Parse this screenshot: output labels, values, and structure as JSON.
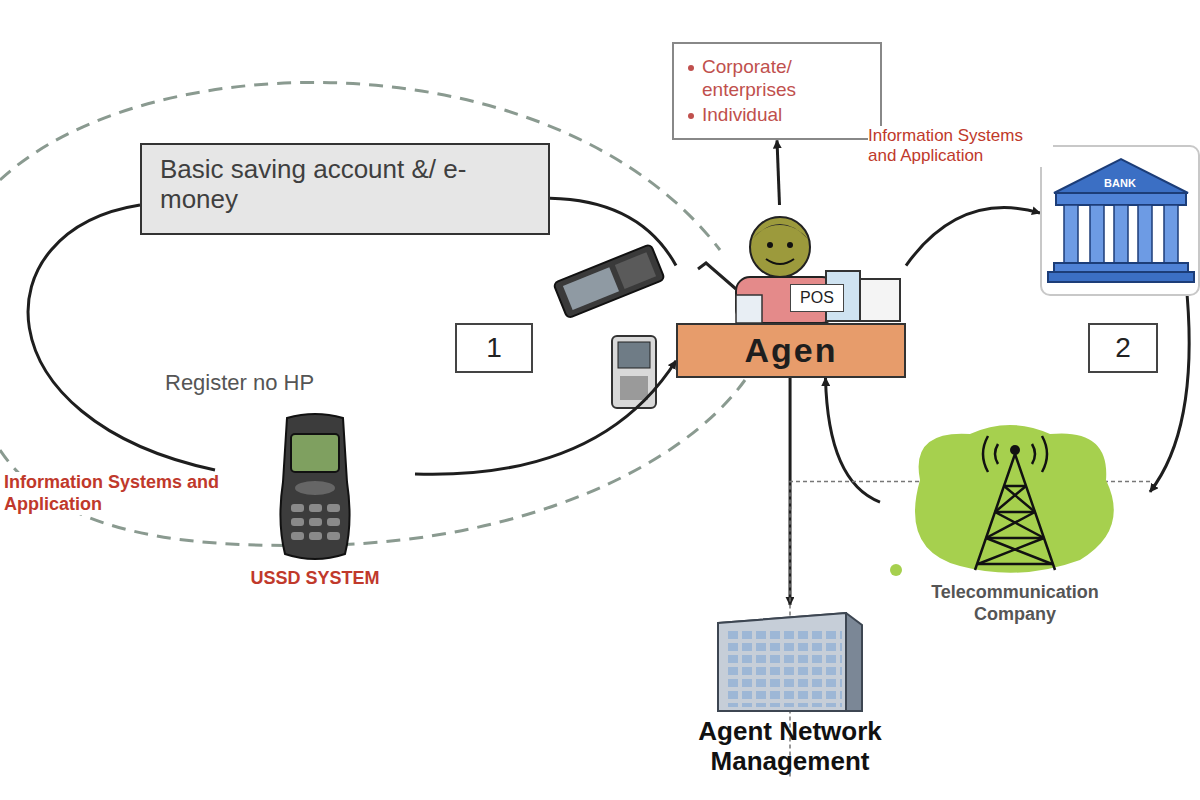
{
  "diagram": {
    "nodes": [
      {
        "text": [
          "Basic saving account &/ e-money"
        ]
      },
      {
        "text": [
          "Corporate/ enterprises",
          "Individual"
        ]
      },
      {
        "text": [
          "Agen"
        ]
      },
      {
        "text": [
          "BANK"
        ]
      },
      {
        "text": [
          "USSD SYSTEM"
        ]
      },
      {
        "text": [
          "Telecommunication Company"
        ]
      },
      {
        "text": [
          "Agent Network Management"
        ]
      }
    ],
    "edges": [
      {
        "from": 2,
        "to": 1,
        "arrow": "to"
      },
      {
        "from": 2,
        "to": 6,
        "arrow": "to"
      },
      {
        "from": 2,
        "to": 3,
        "arrow": "to",
        "label": "Information Systems and Application"
      },
      {
        "from": 3,
        "to": 5,
        "arrow": "to"
      },
      {
        "from": 5,
        "to": 2,
        "arrow": "to"
      },
      {
        "from": 4,
        "to": 2,
        "arrow": "to"
      },
      {
        "from": 0,
        "to": 2,
        "arrow": "none"
      },
      {
        "from": 5,
        "to": 6,
        "arrow": "none"
      }
    ],
    "labels": [
      "1",
      "2",
      "Register no HP",
      "Information Systems and Application",
      "POS"
    ]
  }
}
